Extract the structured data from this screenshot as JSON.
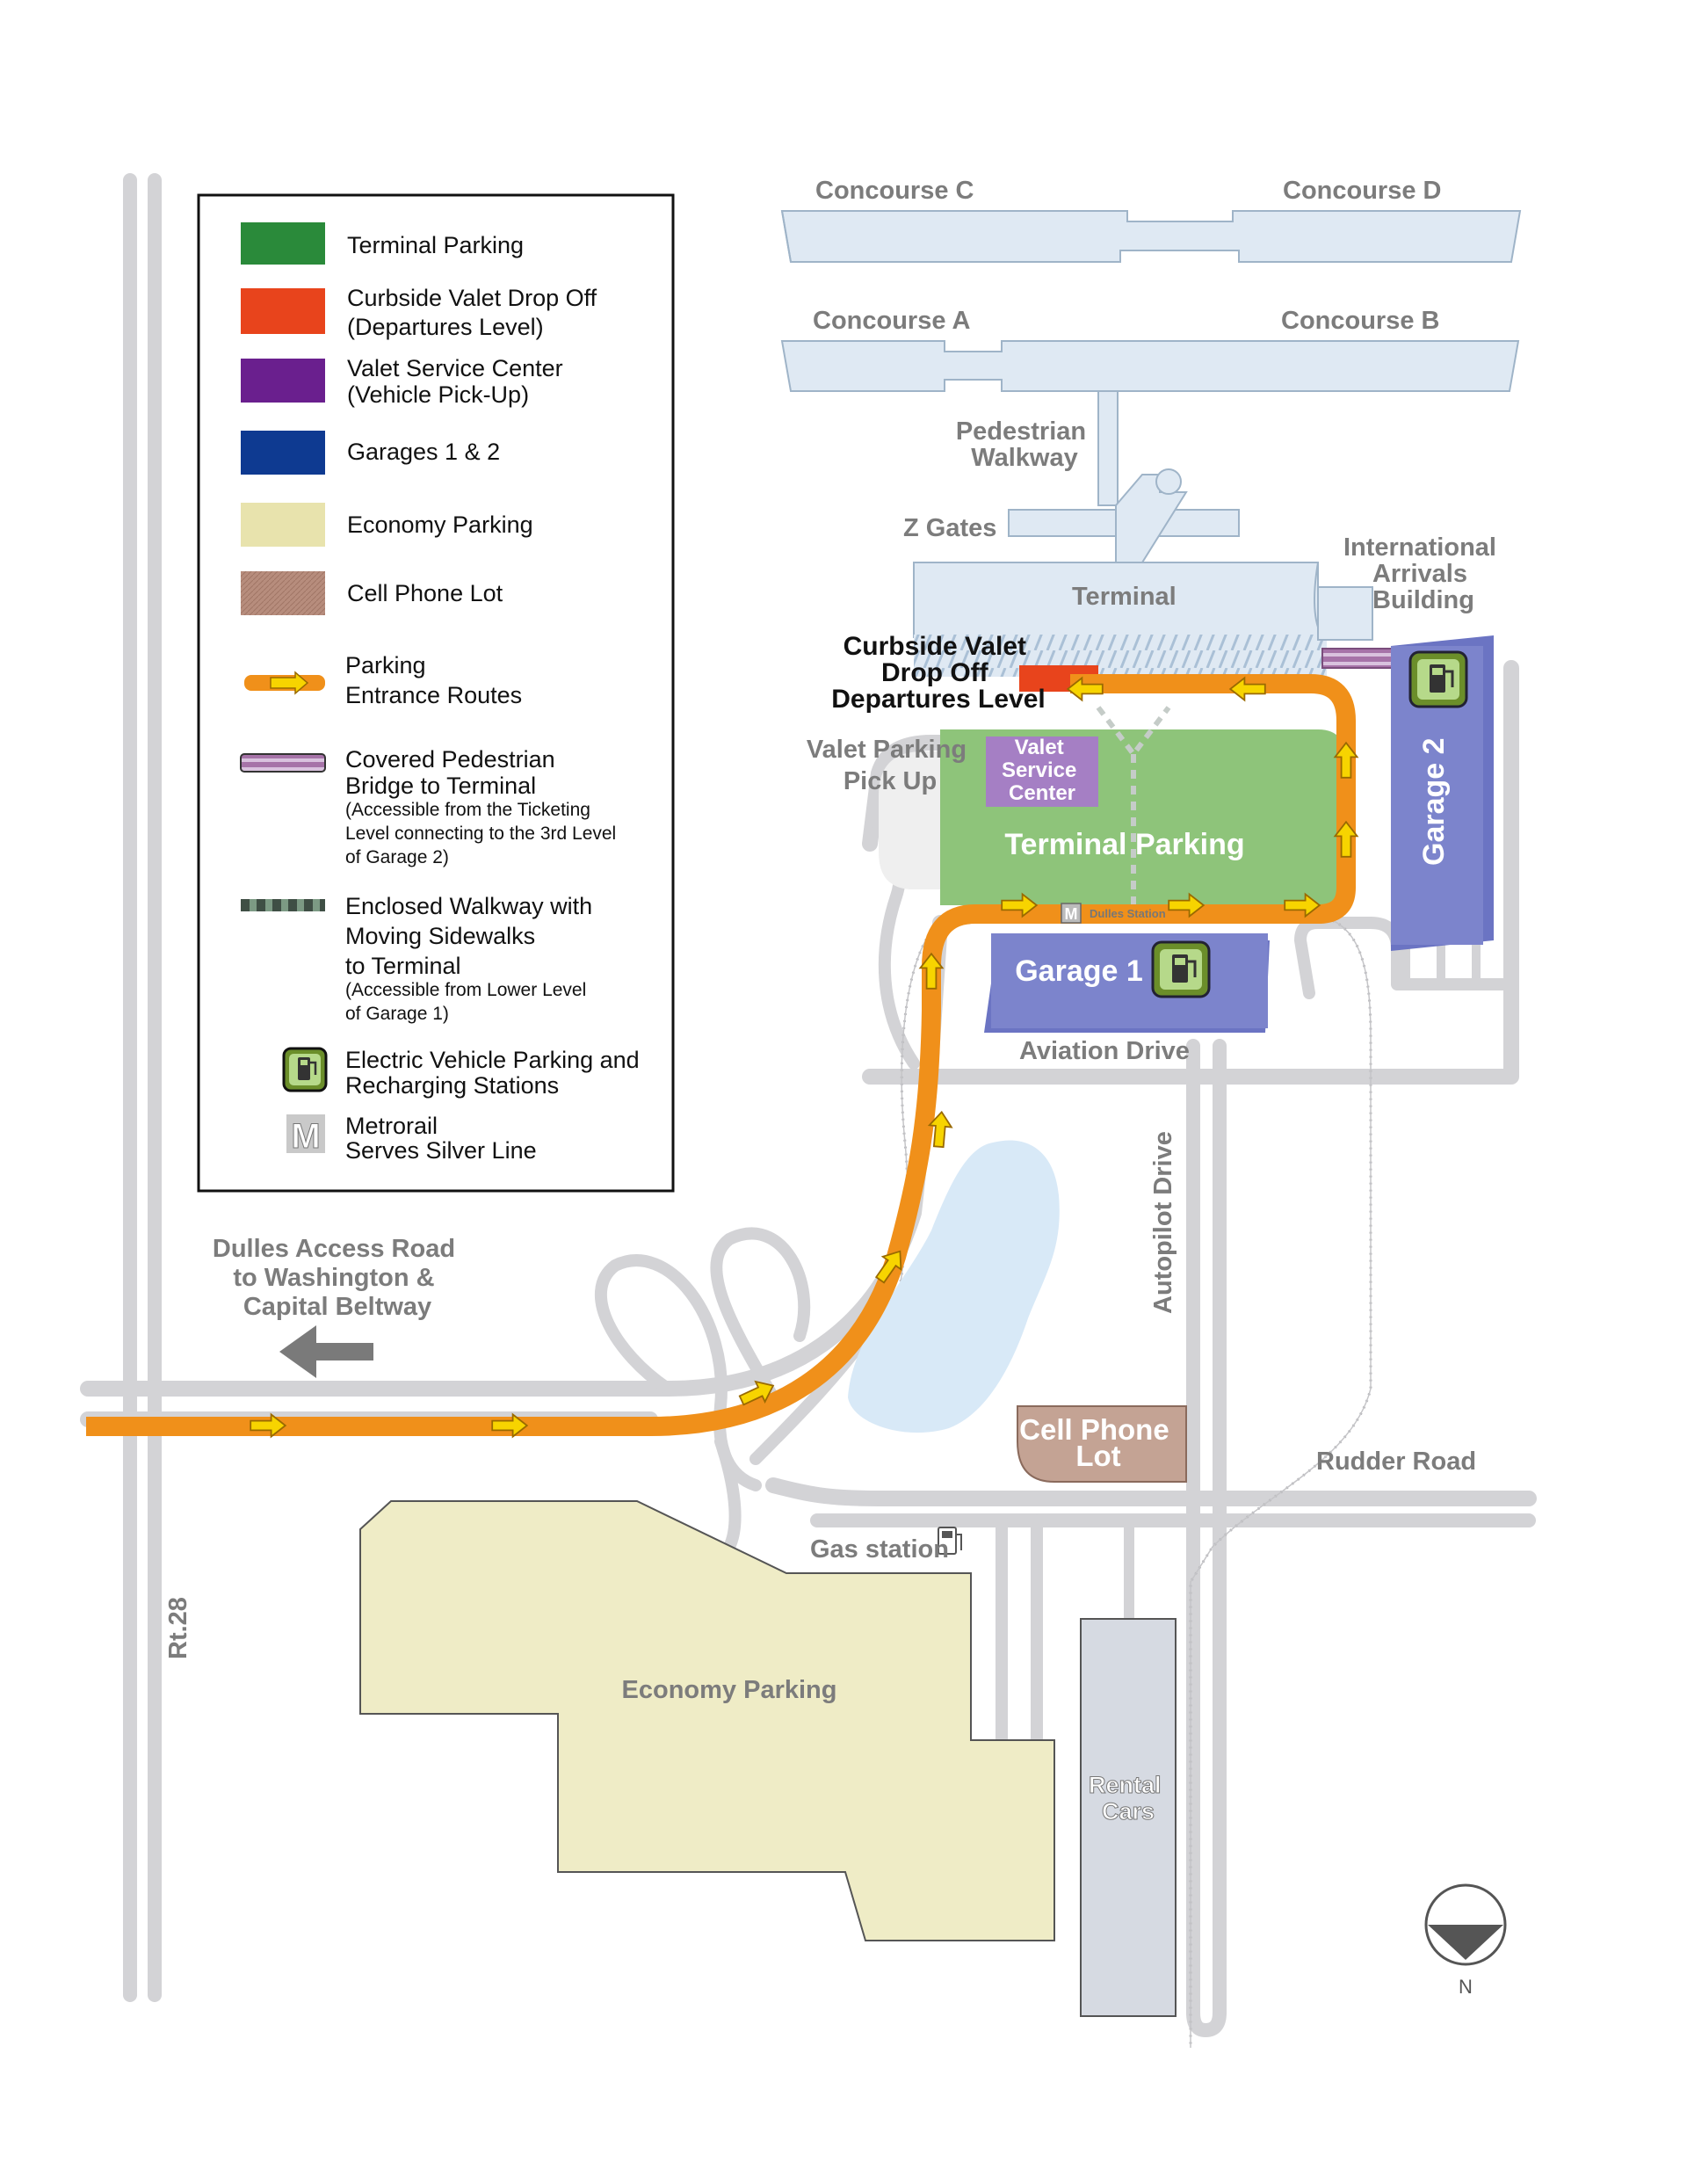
{
  "colors": {
    "terminal_parking": "#2a8a3a",
    "curbside_valet": "#e8441c",
    "valet_service_center": "#6a1f8e",
    "garages": "#0e3a91",
    "economy_parking": "#e8e3ad",
    "cell_phone_lot": "#b78d7d",
    "entrance_route": "#f0901a",
    "road": "#cfcfd2",
    "concourse": "#dfe9f3"
  },
  "legend": {
    "items": [
      {
        "label": [
          "Terminal Parking"
        ],
        "swatch": "terminal-parking"
      },
      {
        "label": [
          "Curbside Valet Drop Off",
          "(Departures Level)"
        ],
        "swatch": "curbside-valet"
      },
      {
        "label": [
          "Valet Service Center",
          "(Vehicle Pick-Up)"
        ],
        "swatch": "valet-service-center"
      },
      {
        "label": [
          "Garages 1 & 2"
        ],
        "swatch": "garages"
      },
      {
        "label": [
          "Economy Parking"
        ],
        "swatch": "economy-parking"
      },
      {
        "label": [
          "Cell Phone Lot"
        ],
        "swatch": "cell-phone-lot"
      },
      {
        "label": [
          "Parking",
          "Entrance Routes"
        ],
        "swatch": "entrance-route"
      },
      {
        "label": [
          "Covered Pedestrian",
          "Bridge to Terminal"
        ],
        "sublabel": [
          "(Accessible from the Ticketing",
          "Level connecting to the 3rd Level",
          "of Garage 2)"
        ],
        "swatch": "pedestrian-bridge"
      },
      {
        "label": [
          "Enclosed Walkway with",
          "Moving Sidewalks",
          "to Terminal"
        ],
        "sublabel": [
          "(Accessible from Lower Level",
          "of Garage 1)"
        ],
        "swatch": "enclosed-walkway"
      },
      {
        "label": [
          "Electric Vehicle Parking and",
          "Recharging Stations"
        ],
        "swatch": "ev-icon"
      },
      {
        "label": [
          "Metrorail",
          "Serves Silver Line"
        ],
        "swatch": "metro-icon"
      }
    ],
    "metro_symbol": "M",
    "ev_symbol": "EV"
  },
  "map": {
    "concourse_c": "Concourse C",
    "concourse_d": "Concourse D",
    "concourse_a": "Concourse A",
    "concourse_b": "Concourse B",
    "pedestrian_walkway": [
      "Pedestrian",
      "Walkway"
    ],
    "z_gates": "Z Gates",
    "terminal": "Terminal",
    "international_arrivals": [
      "International",
      "Arrivals",
      "Building"
    ],
    "curbside_valet": [
      "Curbside Valet",
      "Drop Off",
      "Departures Level"
    ],
    "valet_parking_pickup": [
      "Valet Parking",
      "Pick Up"
    ],
    "valet_service_center": [
      "Valet",
      "Service",
      "Center"
    ],
    "terminal_parking": "Terminal Parking",
    "garage_2": "Garage 2",
    "garage_1": "Garage 1",
    "dulles_station": "Dulles Station",
    "aviation_drive": "Aviation Drive",
    "autopilot_drive": "Autopilot Drive",
    "dulles_access_road": [
      "Dulles Access Road",
      "to Washington &",
      "Capital Beltway"
    ],
    "cell_phone_lot": [
      "Cell Phone",
      "Lot"
    ],
    "rudder_road": "Rudder Road",
    "gas_station": "Gas station",
    "economy_parking": "Economy Parking",
    "rental_cars": [
      "Rental",
      "Cars"
    ],
    "rt28": "Rt.28",
    "north": "N"
  }
}
